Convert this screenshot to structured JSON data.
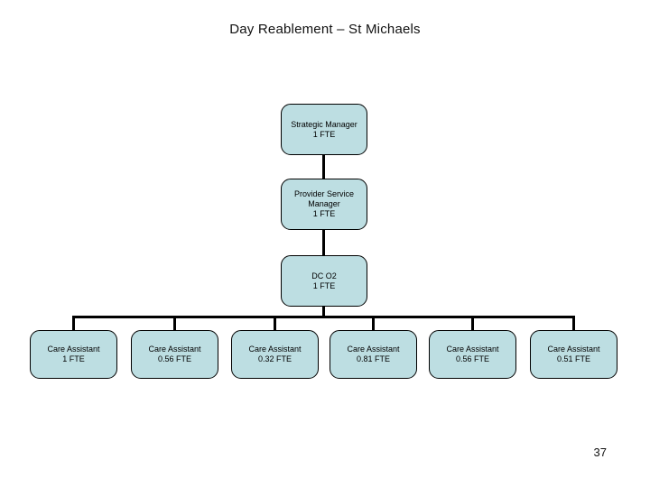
{
  "slide": {
    "title": "Day Reablement – St Michaels",
    "page_number": "37"
  },
  "org_chart": {
    "type": "org-tree",
    "chain": [
      {
        "title": "Strategic Manager",
        "fte": "1 FTE"
      },
      {
        "title": "Provider Service Manager",
        "fte": "1 FTE"
      },
      {
        "title": "DC O2",
        "fte": "1 FTE"
      }
    ],
    "reports": [
      {
        "title": "Care Assistant",
        "fte": "1 FTE"
      },
      {
        "title": "Care Assistant",
        "fte": "0.56 FTE"
      },
      {
        "title": "Care Assistant",
        "fte": "0.32 FTE"
      },
      {
        "title": "Care Assistant",
        "fte": "0.81 FTE"
      },
      {
        "title": "Care Assistant",
        "fte": "0.56 FTE"
      },
      {
        "title": "Care Assistant",
        "fte": "0.51 FTE"
      }
    ],
    "colors": {
      "node_fill": "#bddee2",
      "node_border": "#000000",
      "connector": "#000000"
    }
  }
}
